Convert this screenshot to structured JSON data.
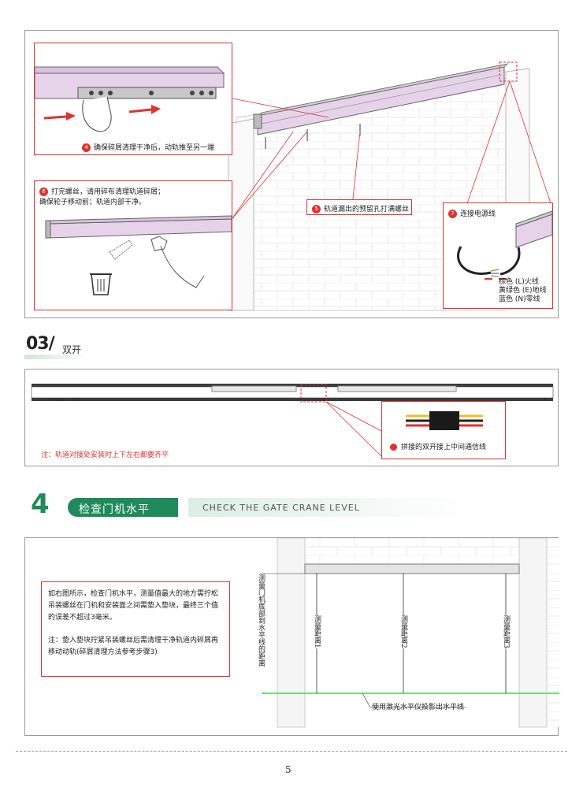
{
  "section1": {
    "step4": {
      "num": "4",
      "text": "确保碎屑清理干净后，动轨推至另一端"
    },
    "step6": {
      "num": "6",
      "line1": "打完螺丝，请用碎布清理轨道碎屑；",
      "line2": "确保轮子移动前；轨道内部干净。"
    },
    "step5": {
      "num": "5",
      "text": "轨道漏出的预留孔打满螺丝"
    },
    "step7": {
      "num": "7",
      "text": "连接电源线",
      "wires": [
        "棕色 (L)火线",
        "黄绿色 (E)地线",
        "蓝色 (N)零线"
      ]
    }
  },
  "section3": {
    "number": "03/",
    "title": "双开",
    "connector_label": "拼接的双开接上中间通信线",
    "note": "注：轨道对接处安装时上下左右都要齐平"
  },
  "section4": {
    "number": "4",
    "title_cn": "检查门机水平",
    "title_en": "CHECK THE GATE CRANE LEVEL",
    "para1": "如右图所示，检查门机水平，测量值最大的地方需拧松吊装螺丝在门机和安装面之间需垫入垫块，最终三个值的误差不超过3毫米。",
    "para2": "注：垫入垫块拧紧吊装螺丝后需清理干净轨道内碎屑再移动动轨(碎屑清理方法参考步骤3)",
    "measure_label": "测量门机底部到水平线的距离",
    "distances": [
      "测量距离1",
      "测量距离2",
      "测量距离3"
    ],
    "laser_label": "使用激光水平仪投影出水平线"
  },
  "colors": {
    "accent_red": "#e0322f",
    "brand_green": "#1f8a5b",
    "laser_green": "#3ddc3d",
    "rail_purple": "#e6d3ea"
  },
  "page_number": "5"
}
